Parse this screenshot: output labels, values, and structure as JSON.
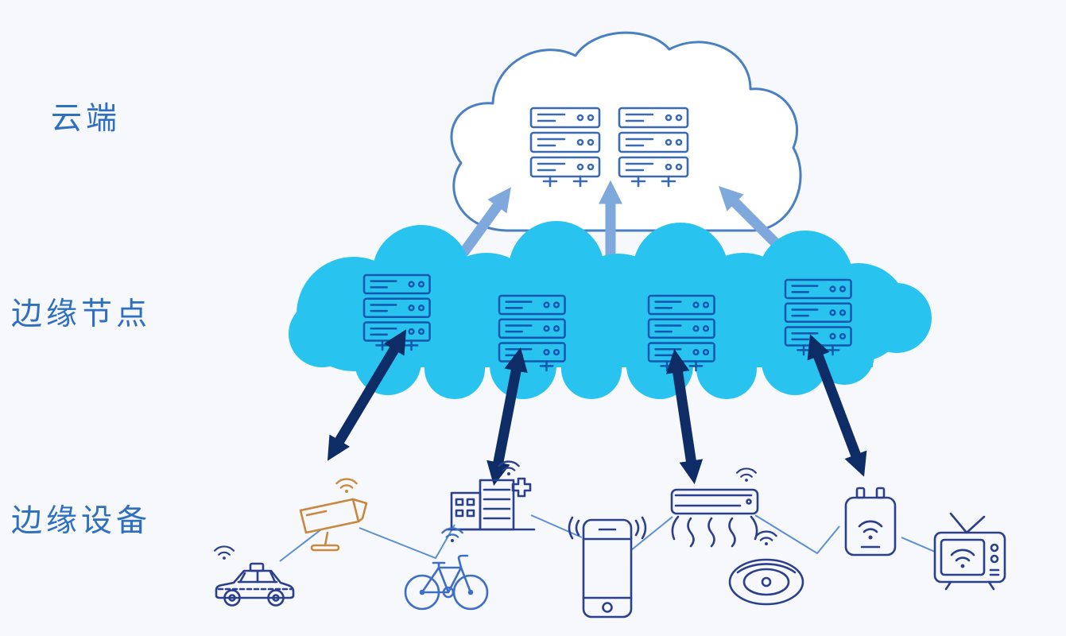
{
  "labels": {
    "cloud": "云端",
    "edge_nodes": "边缘节点",
    "edge_devices": "边缘设备"
  },
  "colors": {
    "background": "#f6f8fb",
    "label_text": "#2e6fc0",
    "cloud_outline": "#4a80c2",
    "cloud_fill": "#ffffff",
    "cloud_server_stroke": "#3a6ab0",
    "edge_cloud_fill": "#29c3f0",
    "edge_server_stroke": "#1256ad",
    "arrow_cloud_edge": "#7fa9dc",
    "arrow_edge_device": "#0e2d66",
    "device_stroke": "#2b3f8c",
    "camera_stroke": "#c9873f",
    "bicycle_stroke": "#3e6fc6",
    "link_line": "#5b8fd4"
  },
  "layers": [
    {
      "name": "cloud",
      "label": "云端",
      "icons": [
        "server-rack",
        "server-rack"
      ]
    },
    {
      "name": "edge-nodes",
      "label": "边缘节点",
      "icons": [
        "server-rack",
        "server-rack",
        "server-rack",
        "server-rack"
      ]
    },
    {
      "name": "edge-devices",
      "label": "边缘设备",
      "icons": [
        "cctv-camera",
        "taxi-car",
        "hospital-building",
        "bicycle",
        "smartphone",
        "air-conditioner",
        "robot-vacuum",
        "smart-plug",
        "television"
      ]
    }
  ]
}
